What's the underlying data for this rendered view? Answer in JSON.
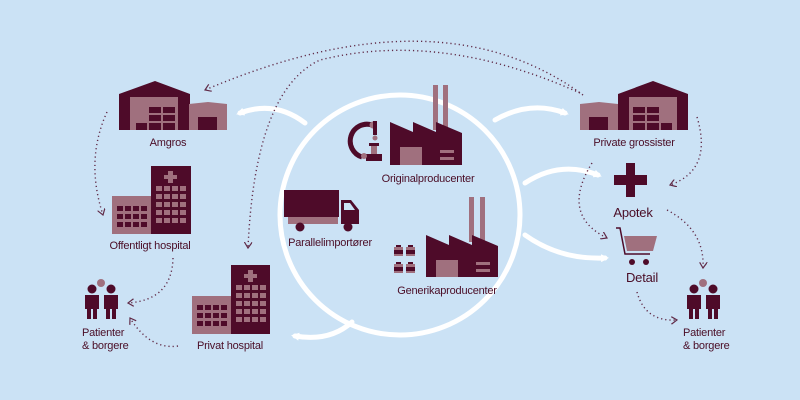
{
  "colors": {
    "background": "#cbe2f5",
    "dark": "#4e0b29",
    "light": "#a0707e",
    "arrow": "#ffffff"
  },
  "nodes": {
    "amgros": {
      "label": "Amgros",
      "icon": "warehouse-icon"
    },
    "offentligt_hospital": {
      "label": "Offentligt hospital",
      "icon": "hospital-icon"
    },
    "patienter_left": {
      "label_line1": "Patienter",
      "label_line2": "& borgere",
      "icon": "people-icon"
    },
    "privat_hospital": {
      "label": "Privat hospital",
      "icon": "hospital-icon"
    },
    "originalproducenter": {
      "label": "Originalproducenter",
      "icon": "factory-microscope-icon"
    },
    "parallelimportorer": {
      "label": "Parallelimportører",
      "icon": "truck-icon"
    },
    "generikaproducenter": {
      "label": "Generikaproducenter",
      "icon": "factory-bottles-icon"
    },
    "private_grossister": {
      "label": "Private grossister",
      "icon": "warehouse-icon"
    },
    "apotek": {
      "label": "Apotek",
      "icon": "cross-icon"
    },
    "detail": {
      "label": "Detail",
      "icon": "shopping-cart-icon"
    },
    "patienter_right": {
      "label_line1": "Patienter",
      "label_line2": "& borgere",
      "icon": "people-icon"
    }
  }
}
